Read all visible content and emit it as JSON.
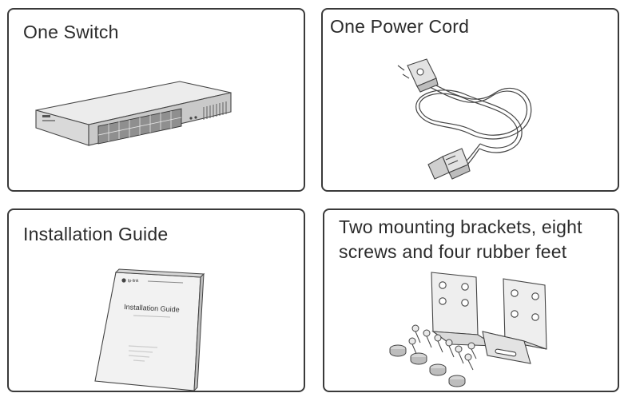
{
  "cards": {
    "switch": {
      "title": "One Switch"
    },
    "power_cord": {
      "title": "One Power Cord"
    },
    "installation_guide": {
      "title": "Installation Guide",
      "cover_brand": "tp-link",
      "cover_title": "Installation Guide"
    },
    "accessories": {
      "title": "Two mounting brackets, eight screws and four rubber feet"
    }
  },
  "colors": {
    "border": "#3a3a3a",
    "line_art": "#444444",
    "fill_light": "#e6e6e6",
    "fill_mid": "#cfcfcf",
    "fill_dark": "#9a9a9a"
  }
}
